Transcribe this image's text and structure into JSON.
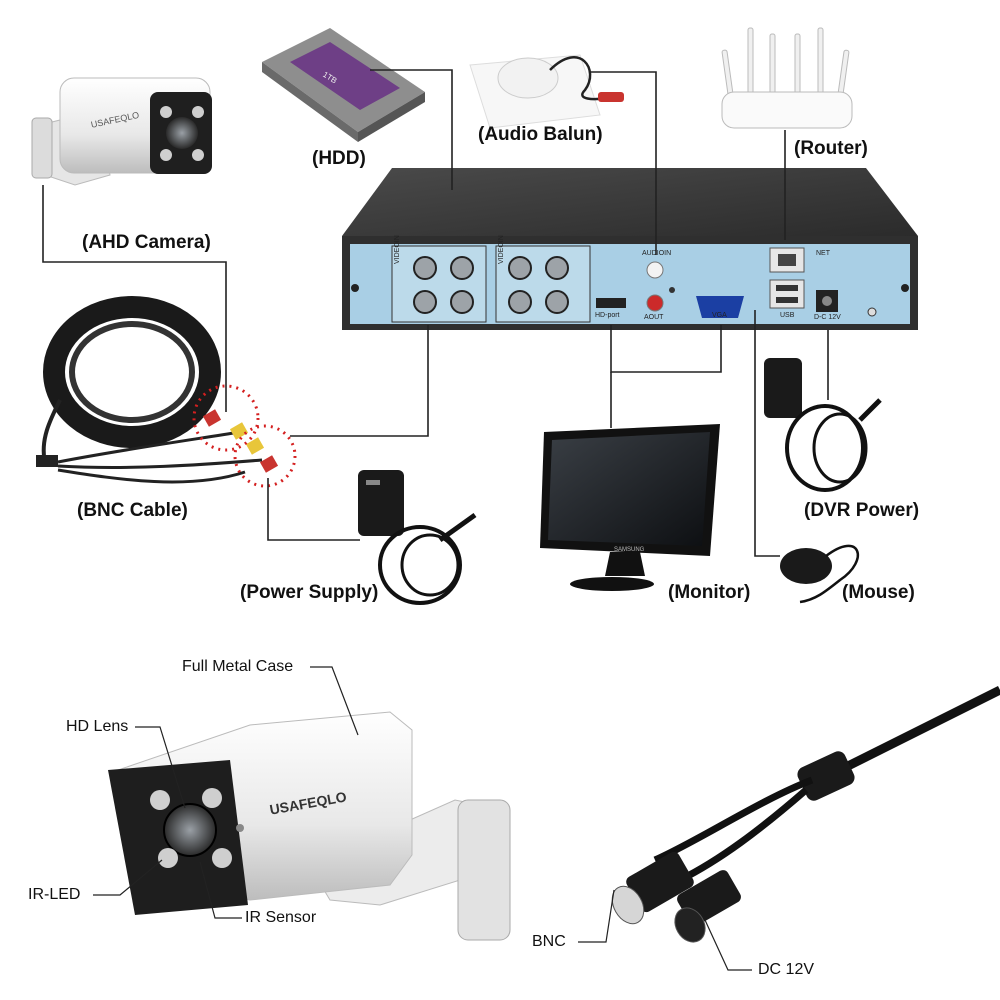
{
  "labels": {
    "ahd_camera": "(AHD Camera)",
    "hdd": "(HDD)",
    "audio_balun": "(Audio Balun)",
    "router": "(Router)",
    "bnc_cable": "(BNC Cable)",
    "power_supply": "(Power Supply)",
    "monitor": "(Monitor)",
    "dvr_power": "(DVR Power)",
    "mouse": "(Mouse)"
  },
  "dvr_ports": {
    "video_in_1": "VIDEOIN",
    "video_in_2": "VIDEOIN",
    "audio_in": "AUDIOIN",
    "audio_out": "AOUT",
    "hd_port": "HD-port",
    "vga": "VGA",
    "net": "NET",
    "usb": "USB",
    "dc": "D-C 12V"
  },
  "hdd_label": "1TB",
  "camera_brand": "USAFEQLO",
  "monitor_brand": "SAMSUNG",
  "camera_detail": {
    "full_metal_case": "Full Metal Case",
    "hd_lens": "HD Lens",
    "ir_led": "IR-LED",
    "ir_sensor": "IR Sensor",
    "brand": "USAFEQLO"
  },
  "cable_detail": {
    "bnc": "BNC",
    "dc12v": "DC 12V"
  }
}
